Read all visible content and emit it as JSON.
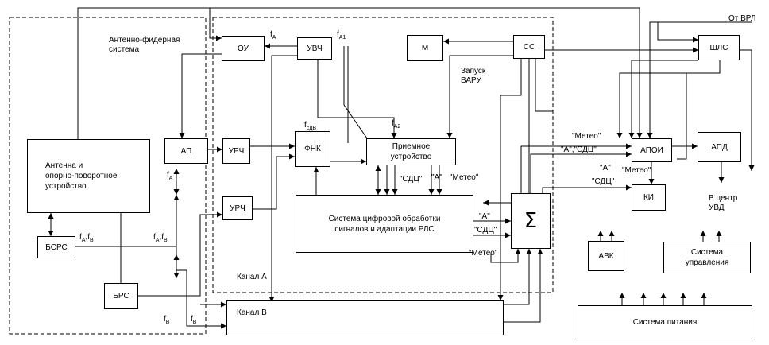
{
  "blocks": {
    "antenna": "Антенна и\nопорно-поворотное\nустройство",
    "bsrs": "БСРС",
    "brs": "БРС",
    "ou": "ОУ",
    "uvch": "УВЧ",
    "m": "М",
    "ss": "СС",
    "shls": "ШЛС",
    "ap": "АП",
    "urch1": "УРЧ",
    "urch2": "УРЧ",
    "fnk": "ФНК",
    "receiver": "Приемное\nустройство",
    "dsp": "Система цифровой обработки\nсигналов и адаптации РЛС",
    "sigma": "Σ",
    "apoi": "АПОИ",
    "apd": "АПД",
    "ki": "КИ",
    "avk": "АВК",
    "control": "Система\nуправления",
    "power": "Система питания",
    "channel_b": "Канал В"
  },
  "labels": {
    "afs_title": "Антенно-фидерная\nсистема",
    "from_vrl": "От ВРЛ",
    "varu": "Запуск\nВАРУ",
    "channel_a": "Канал А",
    "to_uvd": "В центр\nУВД",
    "meteo_top": "\"Метео\"",
    "a_sdc_top": "\"А\",\"СДЦ\"",
    "a_ki": "\"А\"",
    "meteo_ki": "\"Метео\"",
    "sdc_ki": "\"СДЦ\"",
    "sdc_rx": "\"СДЦ\"",
    "a_rx": "\"А\"",
    "meteo_rx": "\"Метео\"",
    "a_dsp": "\"А\"",
    "sdc_dsp": "\"СДЦ\"",
    "meteo_dsp": "\"Метео\""
  },
  "freq": {
    "f": "f",
    "A": "A",
    "A1": "A1",
    "A2": "A2",
    "sdB": "сдВ",
    "B": "В",
    "sep": ","
  }
}
